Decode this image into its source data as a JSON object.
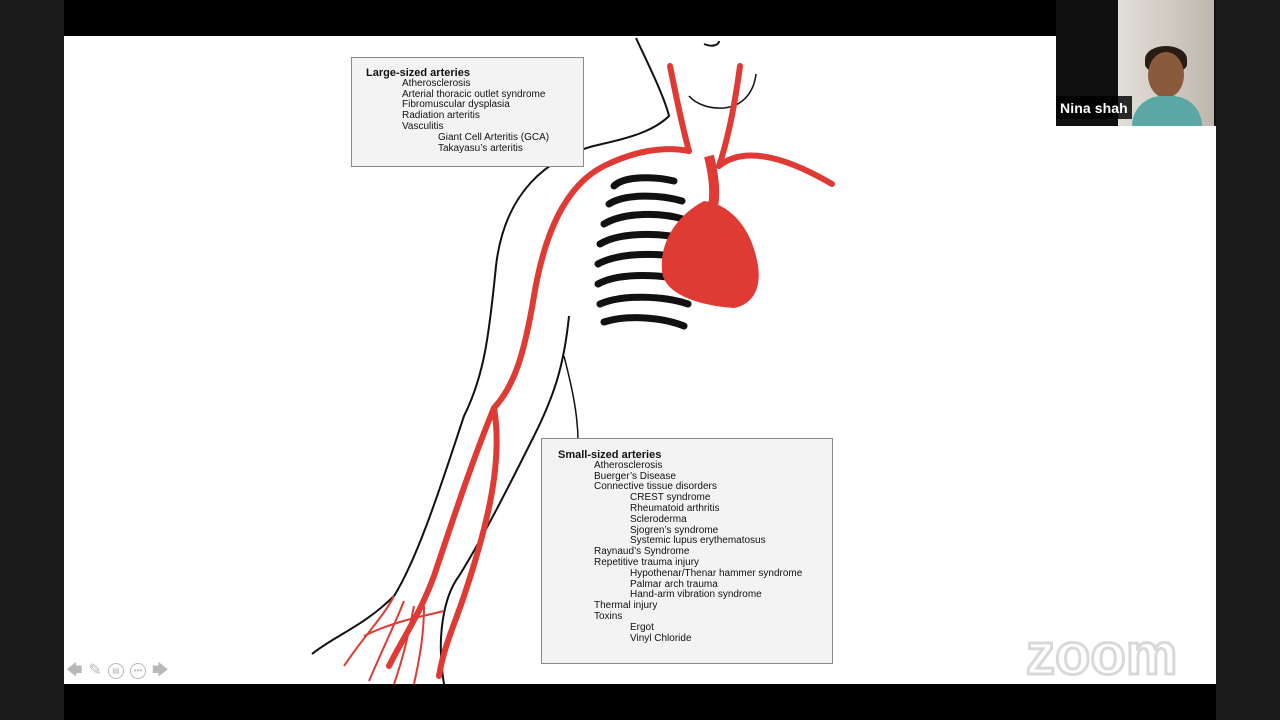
{
  "participant": {
    "name": "Nina shah"
  },
  "slide": {
    "large_box": {
      "title": "Large-sized arteries",
      "items": [
        {
          "text": "Atherosclerosis",
          "level": 1
        },
        {
          "text": "Arterial thoracic outlet syndrome",
          "level": 1
        },
        {
          "text": "Fibromuscular dysplasia",
          "level": 1
        },
        {
          "text": "Radiation arteritis",
          "level": 1
        },
        {
          "text": "Vasculitis",
          "level": 1
        },
        {
          "text": "Giant Cell Arteritis (GCA)",
          "level": 2
        },
        {
          "text": "Takayasu’s arteritis",
          "level": 2
        }
      ]
    },
    "small_box": {
      "title": "Small-sized arteries",
      "items": [
        {
          "text": "Atherosclerosis",
          "level": 1
        },
        {
          "text": "Buerger’s Disease",
          "level": 1
        },
        {
          "text": "Connective tissue disorders",
          "level": 1
        },
        {
          "text": "CREST syndrome",
          "level": 2
        },
        {
          "text": "Rheumatoid arthritis",
          "level": 2
        },
        {
          "text": "Scleroderma",
          "level": 2
        },
        {
          "text": "Sjogren’s syndrome",
          "level": 2
        },
        {
          "text": "Systemic lupus erythematosus",
          "level": 2
        },
        {
          "text": "Raynaud’s Syndrome",
          "level": 1
        },
        {
          "text": "Repetitive trauma injury",
          "level": 1
        },
        {
          "text": "Hypothenar/Thenar hammer syndrome",
          "level": 2
        },
        {
          "text": "Palmar arch trauma",
          "level": 2
        },
        {
          "text": "Hand-arm vibration syndrome",
          "level": 2
        },
        {
          "text": "Thermal injury",
          "level": 1
        },
        {
          "text": "Toxins",
          "level": 1
        },
        {
          "text": "Ergot",
          "level": 2
        },
        {
          "text": "Vinyl Chloride",
          "level": 2
        }
      ]
    }
  },
  "controls": [
    {
      "name": "prev-slide-icon",
      "glyph": "🡄"
    },
    {
      "name": "pen-icon",
      "glyph": "✎"
    },
    {
      "name": "slides-grid-icon",
      "glyph": "▤"
    },
    {
      "name": "more-options-icon",
      "glyph": "•••"
    },
    {
      "name": "next-slide-icon",
      "glyph": "🡆"
    }
  ],
  "watermark": "zoom",
  "colors": {
    "artery": "#e03a35",
    "heart": "#e03a35",
    "outline": "#111111"
  }
}
